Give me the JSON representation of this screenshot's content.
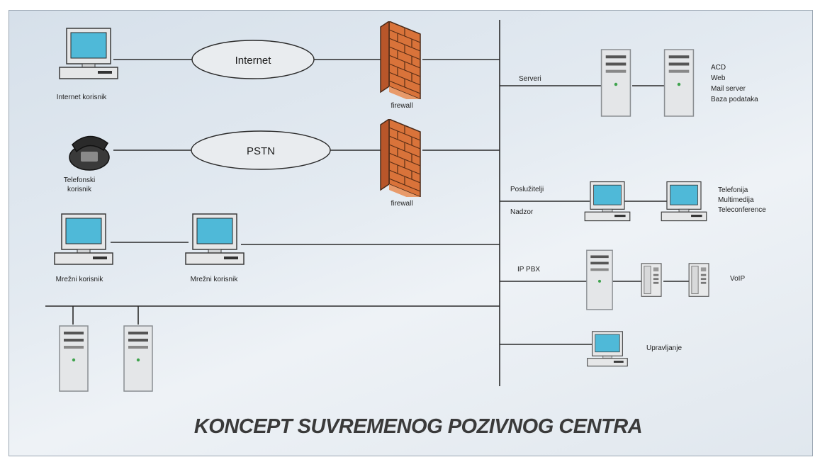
{
  "title": "KONCEPT SUVREMENOG POZIVNOG CENTRA",
  "clouds": {
    "internet": "Internet",
    "pstn": "PSTN"
  },
  "left": {
    "internet_user": "Internet korisnik",
    "phone_user_line1": "Telefonski",
    "phone_user_line2": "korisnik",
    "net_user_1": "Mrežni korisnik",
    "net_user_2": "Mrežni korisnik",
    "firewall_1": "firewall",
    "firewall_2": "firewall"
  },
  "right": {
    "servers": "Serveri",
    "server_services": [
      "ACD",
      "Web",
      "Mail server",
      "Baza podataka"
    ],
    "agents": "Poslužitelji",
    "supervision": "Nadzor",
    "agent_services": [
      "Telefonija",
      "Multimedija",
      "Teleconference"
    ],
    "ip_pbx": "IP PBX",
    "voip": "VoIP",
    "management": "Upravljanje"
  },
  "colors": {
    "line": "#2b2b2b",
    "screen": "#4fb9d8",
    "firewall_brick": "#d9733a",
    "tower": "#e4e6e8"
  }
}
